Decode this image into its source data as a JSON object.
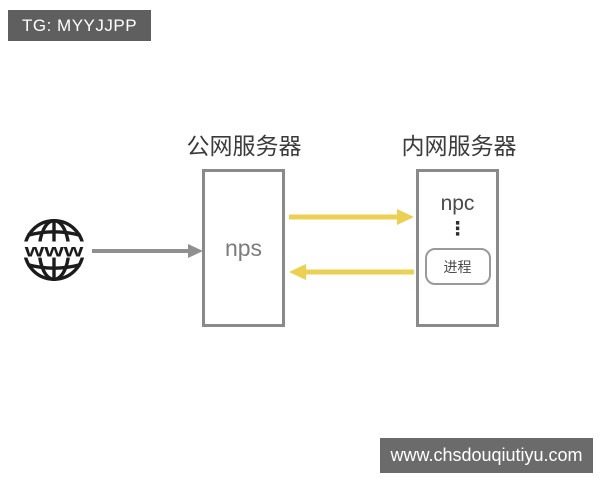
{
  "badge": {
    "label": "TG: MYYJJPP"
  },
  "diagram": {
    "internet": {
      "icon": "globe-www-icon",
      "icon_text": "www"
    },
    "public_server": {
      "title": "公网服务器",
      "node_label": "nps"
    },
    "private_server": {
      "title": "内网服务器",
      "node_label": "npc",
      "ellipsis": "⋮",
      "process_label": "进程"
    },
    "arrows": {
      "internet_to_nps": "gray-right-arrow",
      "nps_to_npc": "yellow-right-arrow",
      "npc_to_nps": "yellow-left-arrow"
    }
  },
  "watermark": {
    "text": "www.chsdouqiutiyu.com"
  },
  "colors": {
    "badge_bg": "#5f5f5f",
    "watermark_bg": "#6b6b6b",
    "box_border": "#8a8a8a",
    "arrow_gray": "#8f8f8f",
    "arrow_yellow": "#edd052",
    "title_color": "#3b3b3b",
    "nps_color": "#7c7c7c",
    "npc_color": "#4a4a4a",
    "globe_color": "#1c1c1c"
  }
}
